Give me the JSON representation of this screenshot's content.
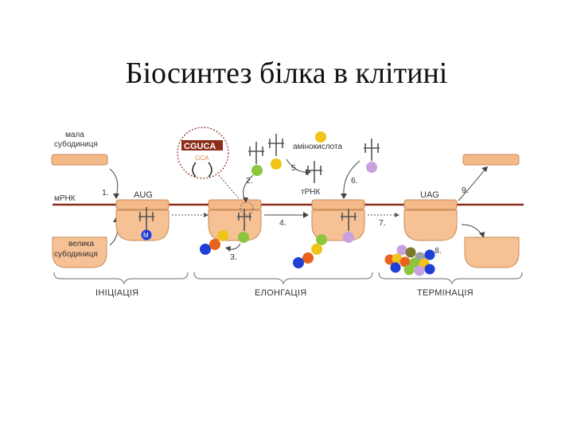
{
  "slide": {
    "title": "Біосинтез білка в клітині"
  },
  "diagram": {
    "labels": {
      "small_subunit_1": "мала",
      "small_subunit_2": "субодиниця",
      "mrna": "мРНК",
      "large_subunit_1": "велика",
      "large_subunit_2": "субодиниця",
      "amino_acid": "амінокислота",
      "trna": "тРНК",
      "methionine": "М"
    },
    "codons": {
      "start": "AUG",
      "stop": "UAG",
      "mrna_sequence": "CGUCA",
      "anticodon": "GCA"
    },
    "steps": [
      "1.",
      "2.",
      "3.",
      "4.",
      "5.",
      "6.",
      "7.",
      "8.",
      "9."
    ],
    "phases": [
      "ІНІЦІАЦІЯ",
      "ЕЛОНГАЦІЯ",
      "ТЕРМІНАЦІЯ"
    ],
    "colors": {
      "subunit": "#f4b989",
      "mrna": "#8b2d1a",
      "amino_yellow": "#f0c419",
      "amino_green": "#8cc63f",
      "amino_violet": "#c9a0e0",
      "amino_blue": "#1f3fd6",
      "amino_orange": "#e8641c",
      "amino_olive": "#7a7a2a",
      "amino_gray": "#9aa0a6"
    }
  }
}
